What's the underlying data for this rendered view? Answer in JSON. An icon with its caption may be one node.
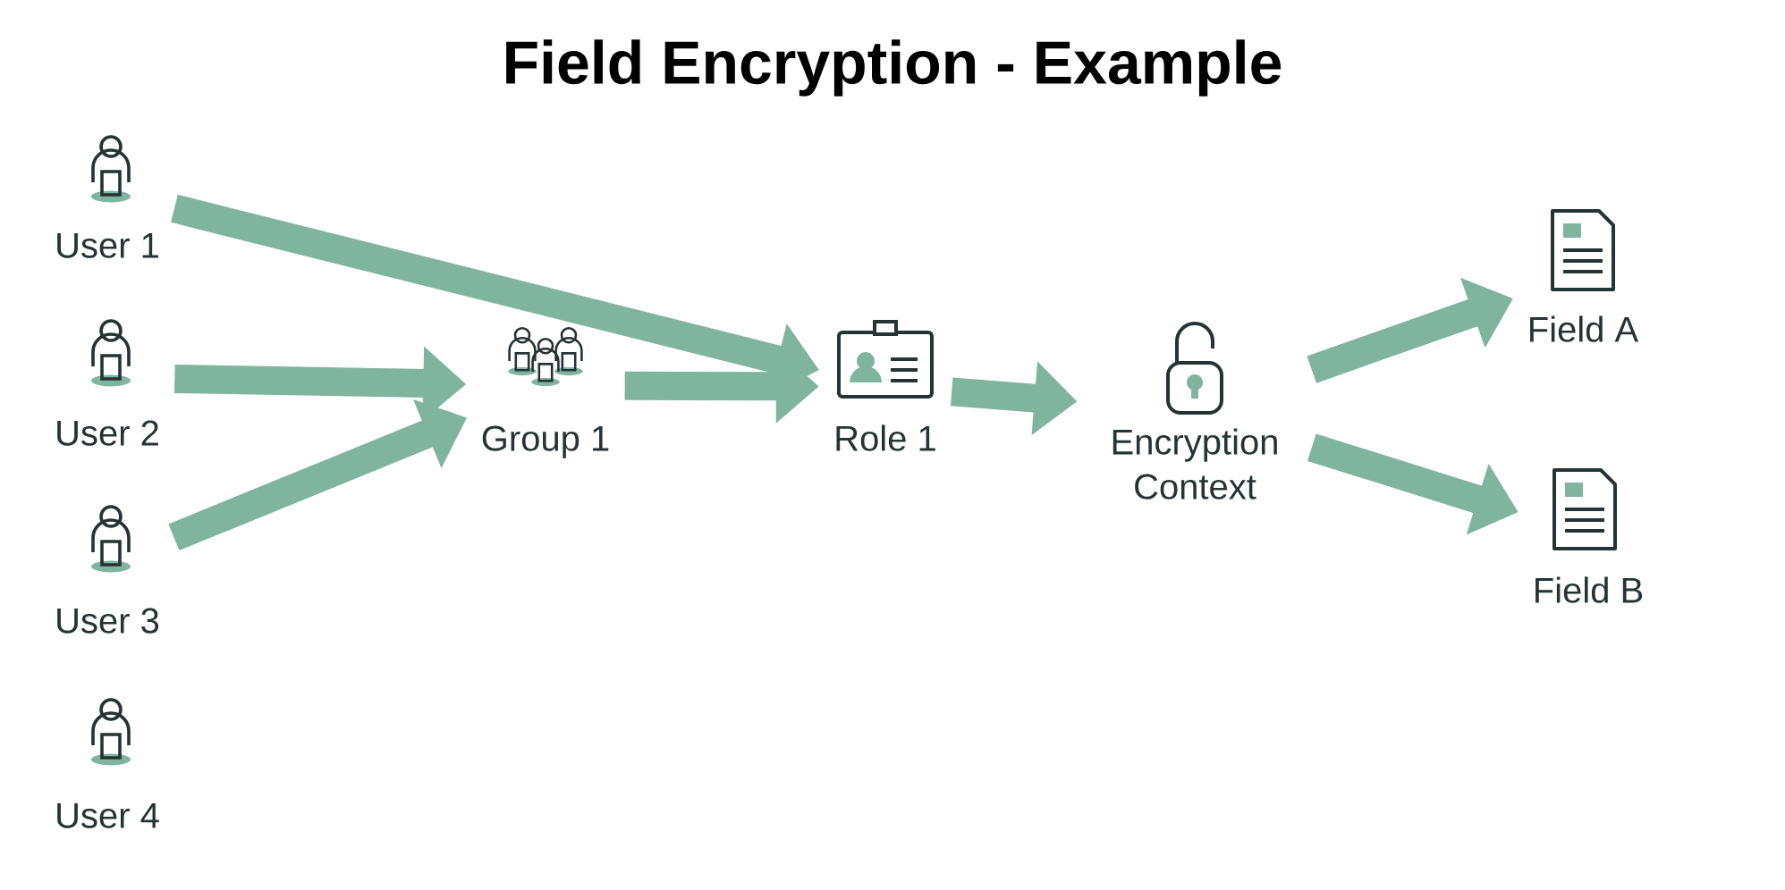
{
  "diagram": {
    "title": "Field Encryption - Example",
    "nodes": [
      {
        "text": [
          "User 1"
        ]
      },
      {
        "text": [
          "User 2"
        ]
      },
      {
        "text": [
          "User 3"
        ]
      },
      {
        "text": [
          "User 4"
        ]
      },
      {
        "text": [
          "Group 1"
        ]
      },
      {
        "text": [
          "Role 1"
        ]
      },
      {
        "text": [
          "Encryption Context"
        ]
      },
      {
        "text": [
          "Field A"
        ]
      },
      {
        "text": [
          "Field B"
        ]
      }
    ],
    "edges": [
      {
        "from": 0,
        "to": 5,
        "arrow": "to"
      },
      {
        "from": 1,
        "to": 4,
        "arrow": "to"
      },
      {
        "from": 2,
        "to": 4,
        "arrow": "to"
      },
      {
        "from": 4,
        "to": 5,
        "arrow": "to"
      },
      {
        "from": 5,
        "to": 6,
        "arrow": "to"
      },
      {
        "from": 6,
        "to": 7,
        "arrow": "to"
      },
      {
        "from": 6,
        "to": 8,
        "arrow": "to"
      }
    ]
  }
}
